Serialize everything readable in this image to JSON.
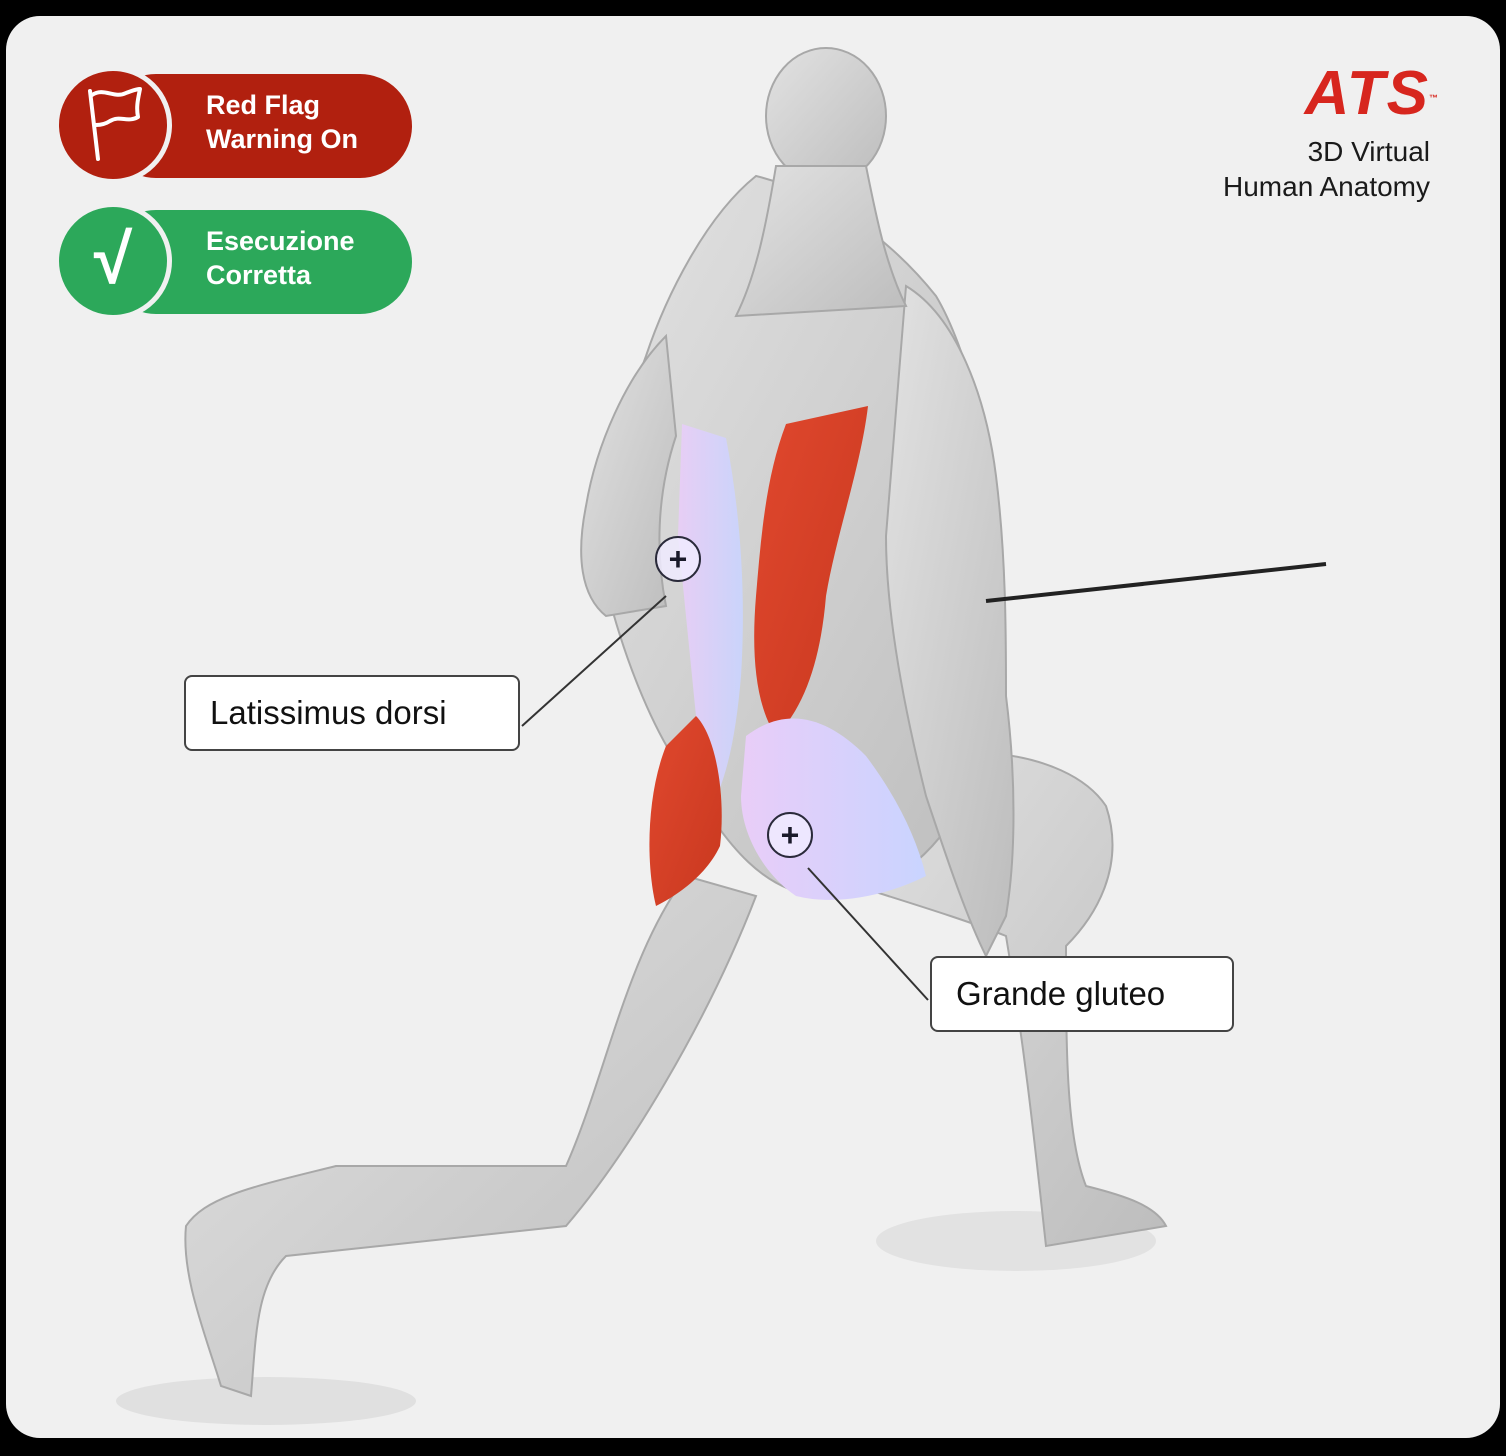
{
  "badges": {
    "red_flag": {
      "line1": "Red Flag",
      "line2": "Warning On",
      "icon": "flag-icon",
      "color": "#b1200f"
    },
    "correct": {
      "line1": "Esecuzione",
      "line2": "Corretta",
      "icon": "checkmark-icon",
      "color": "#2ca85a"
    }
  },
  "brand": {
    "logo": "ATS",
    "tm": "™",
    "line1": "3D Virtual",
    "line2": "Human Anatomy",
    "color": "#d7261e"
  },
  "muscle_labels": {
    "latissimus": {
      "label": "Latissimus dorsi",
      "marker": "+"
    },
    "gluteus": {
      "label": "Grande gluteo",
      "marker": "+"
    }
  },
  "colors": {
    "highlight_red": "#d9432a",
    "highlight_violet": "#e4c8f5",
    "highlight_blue": "#c9d6ff",
    "body": "#d4d4d4"
  }
}
